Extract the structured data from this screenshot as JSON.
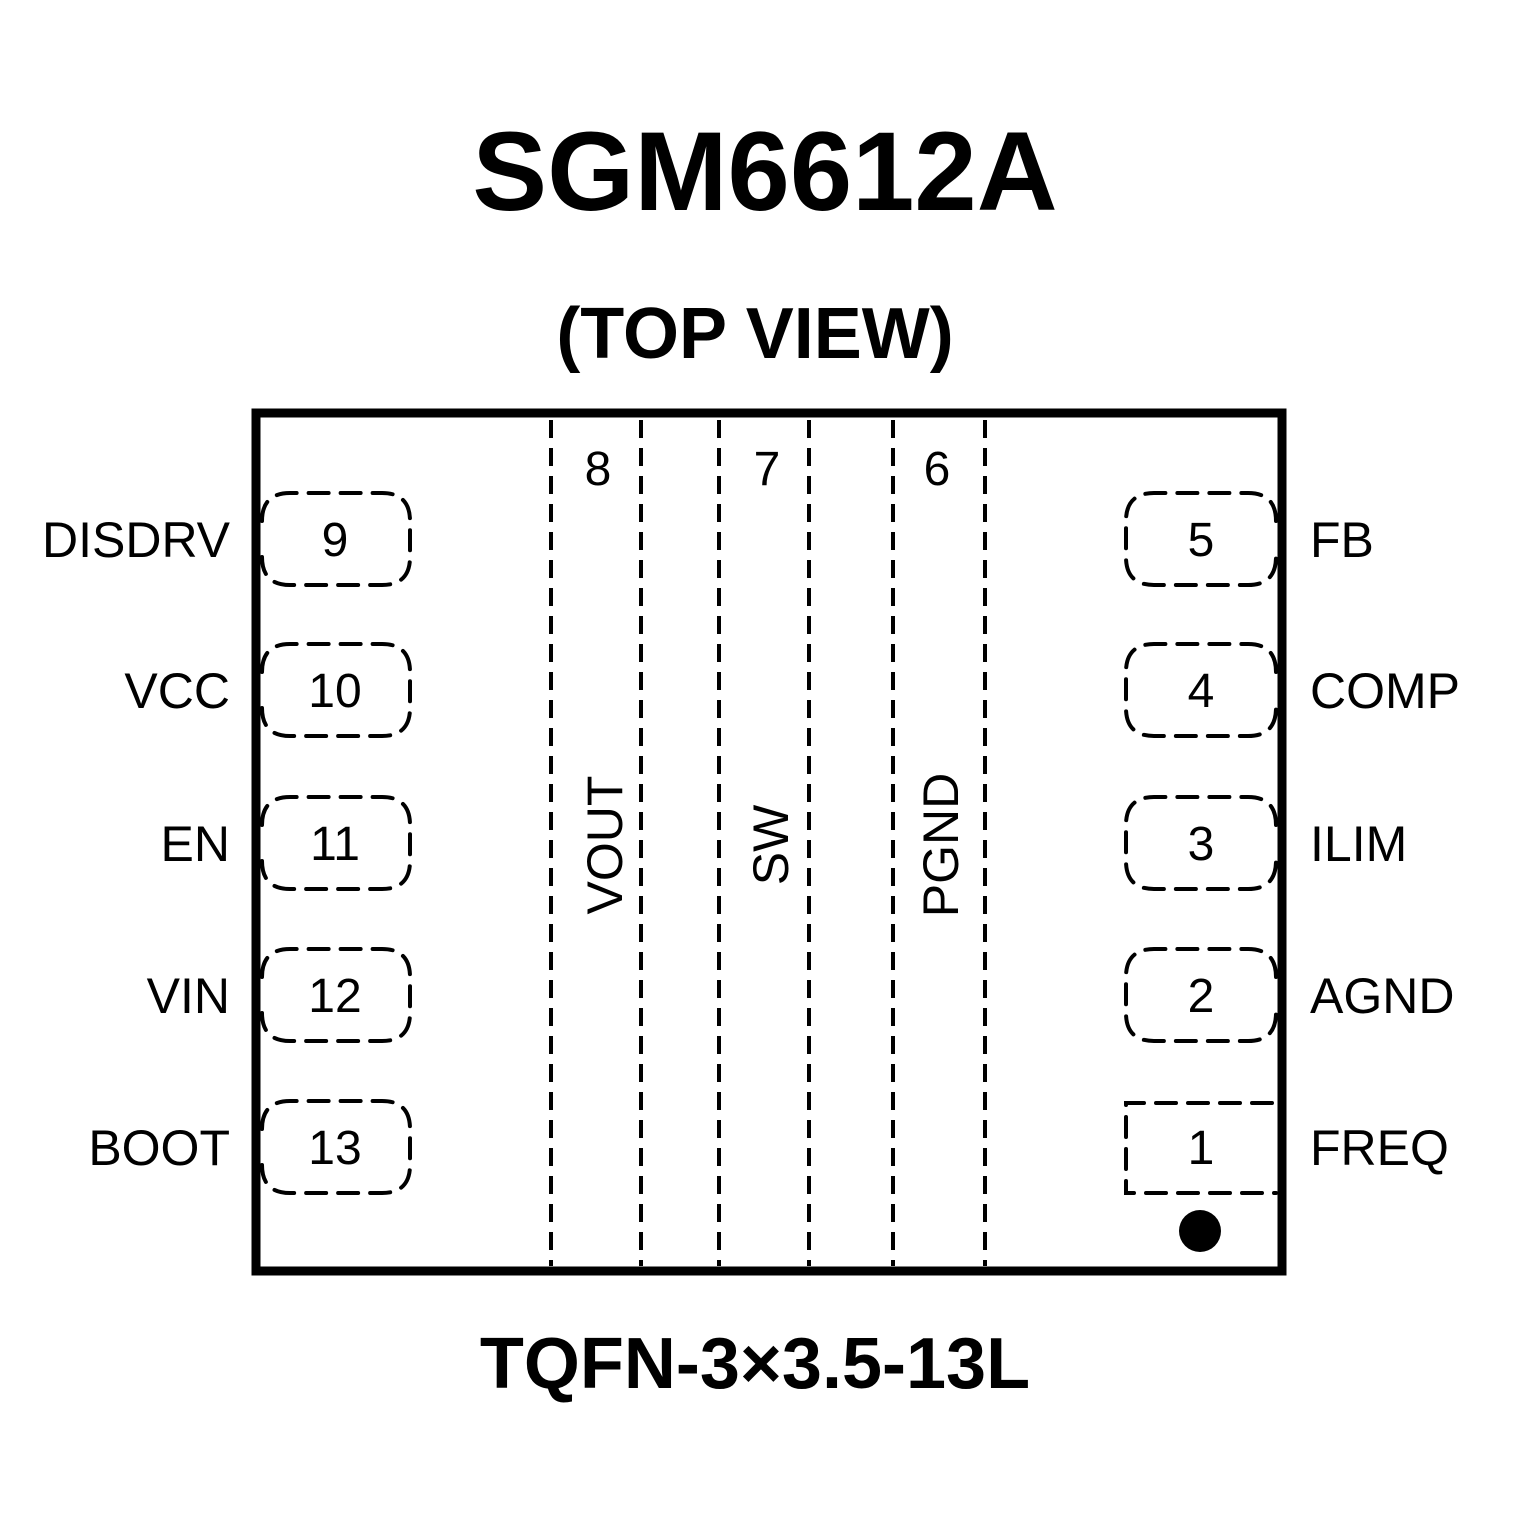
{
  "title": "SGM6612A",
  "view": "(TOP VIEW)",
  "package": "TQFN-3×3.5-13L",
  "left_pins": [
    {
      "num": "9",
      "name": "DISDRV"
    },
    {
      "num": "10",
      "name": "VCC"
    },
    {
      "num": "11",
      "name": "EN"
    },
    {
      "num": "12",
      "name": "VIN"
    },
    {
      "num": "13",
      "name": "BOOT"
    }
  ],
  "right_pins": [
    {
      "num": "5",
      "name": "FB"
    },
    {
      "num": "4",
      "name": "COMP"
    },
    {
      "num": "3",
      "name": "ILIM"
    },
    {
      "num": "2",
      "name": "AGND"
    },
    {
      "num": "1",
      "name": "FREQ"
    }
  ],
  "center_pins": [
    {
      "num": "8",
      "name": "VOUT"
    },
    {
      "num": "7",
      "name": "SW"
    },
    {
      "num": "6",
      "name": "PGND"
    }
  ]
}
